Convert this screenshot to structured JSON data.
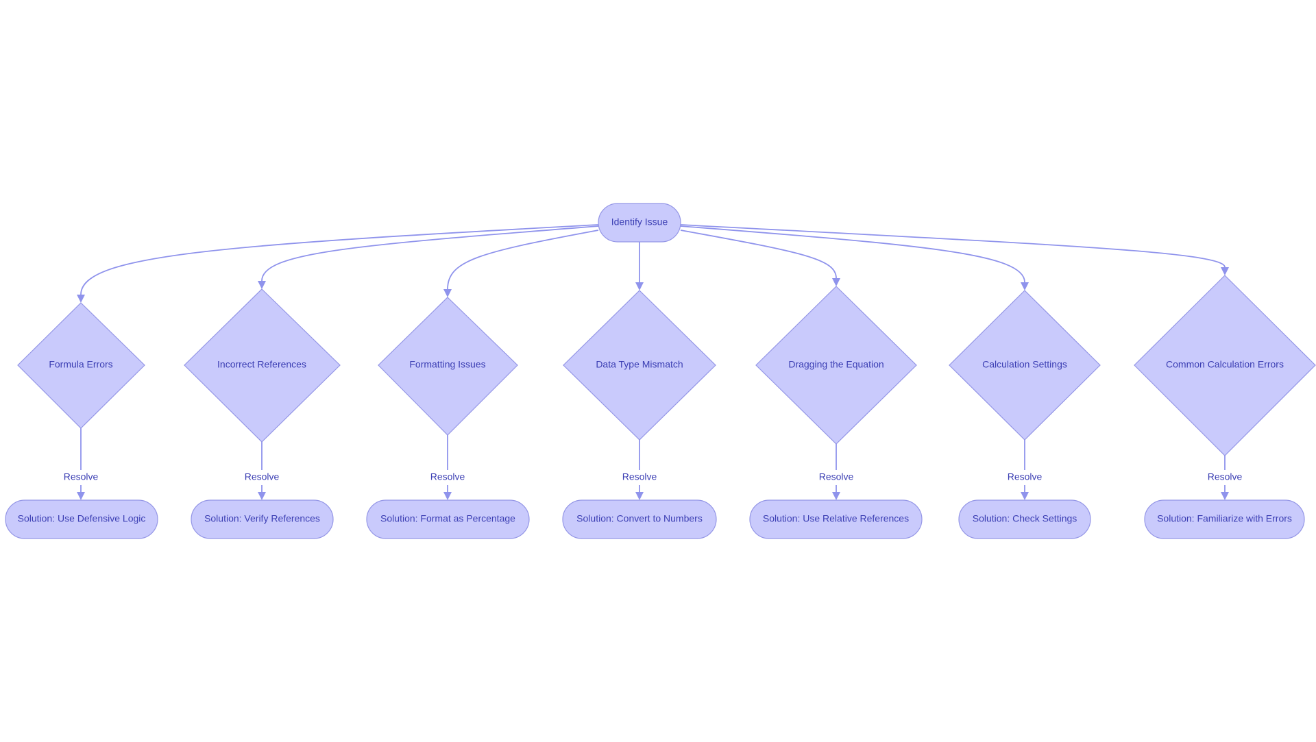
{
  "diagram": {
    "root": {
      "label": "Identify Issue"
    },
    "branches": [
      {
        "decision": "Formula Errors",
        "edge_label": "Resolve",
        "solution": "Solution: Use Defensive Logic"
      },
      {
        "decision": "Incorrect References",
        "edge_label": "Resolve",
        "solution": "Solution: Verify References"
      },
      {
        "decision": "Formatting Issues",
        "edge_label": "Resolve",
        "solution": "Solution: Format as Percentage"
      },
      {
        "decision": "Data Type Mismatch",
        "edge_label": "Resolve",
        "solution": "Solution: Convert to Numbers"
      },
      {
        "decision": "Dragging the Equation",
        "edge_label": "Resolve",
        "solution": "Solution: Use Relative References"
      },
      {
        "decision": "Calculation Settings",
        "edge_label": "Resolve",
        "solution": "Solution: Check Settings"
      },
      {
        "decision": "Common Calculation Errors",
        "edge_label": "Resolve",
        "solution": "Solution: Familiarize with Errors"
      }
    ],
    "colors": {
      "node_fill": "#c9cafc",
      "node_stroke": "#9496e6",
      "edge": "#8f93ec",
      "text": "#3b3eb3"
    }
  }
}
